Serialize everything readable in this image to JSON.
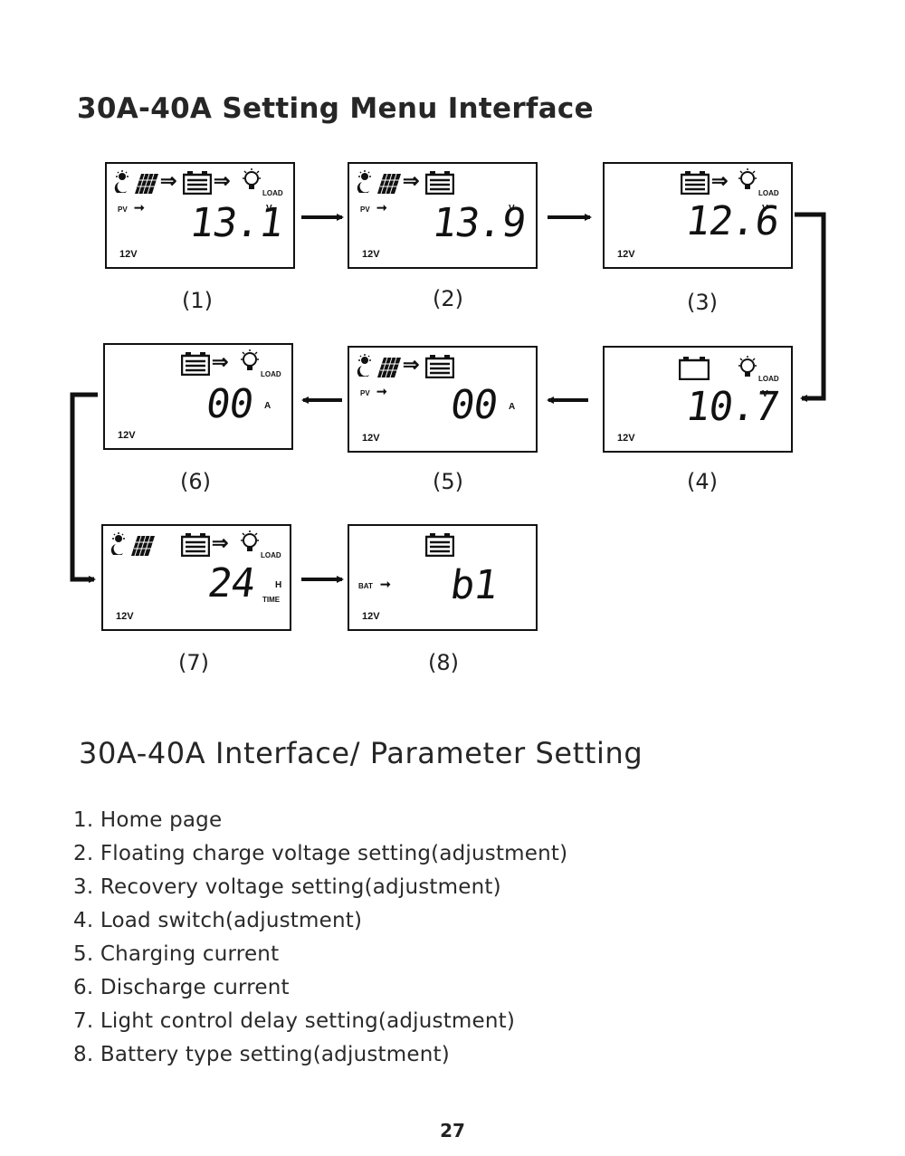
{
  "title": "30A-40A Setting Menu Interface",
  "panels": [
    {
      "label": "(1)",
      "pv": "PV",
      "value": "13.1",
      "unit": "V",
      "load": "LOAD",
      "system": "12V"
    },
    {
      "label": "(2)",
      "pv": "PV",
      "value": "13.9",
      "unit": "V",
      "system": "12V"
    },
    {
      "label": "(3)",
      "value": "12.6",
      "unit": "V",
      "load": "LOAD",
      "system": "12V"
    },
    {
      "label": "(4)",
      "value": "10.7",
      "unit": "V",
      "load": "LOAD",
      "system": "12V"
    },
    {
      "label": "(5)",
      "pv": "PV",
      "value": "00",
      "unit": "A",
      "system": "12V"
    },
    {
      "label": "(6)",
      "value": "00",
      "unit": "A",
      "load": "LOAD",
      "system": "12V"
    },
    {
      "label": "(7)",
      "value": "24",
      "unit": "H",
      "unit2": "TIME",
      "load": "LOAD",
      "system": "12V"
    },
    {
      "label": "(8)",
      "bat": "BAT",
      "value": "b1",
      "system": "12V"
    }
  ],
  "section2_title": "30A-40A Interface/ Parameter Setting",
  "items": [
    "1. Home page",
    "2. Floating charge voltage setting(adjustment)",
    "3. Recovery voltage setting(adjustment)",
    "4. Load switch(adjustment)",
    "5. Charging current",
    "6. Discharge current",
    "7. Light control delay setting(adjustment)",
    "8. Battery type setting(adjustment)"
  ],
  "page_number": "27",
  "icons": [
    "sun-moon-icon",
    "solar-panel-icon",
    "battery-icon",
    "bulb-icon",
    "arrow-icon"
  ]
}
